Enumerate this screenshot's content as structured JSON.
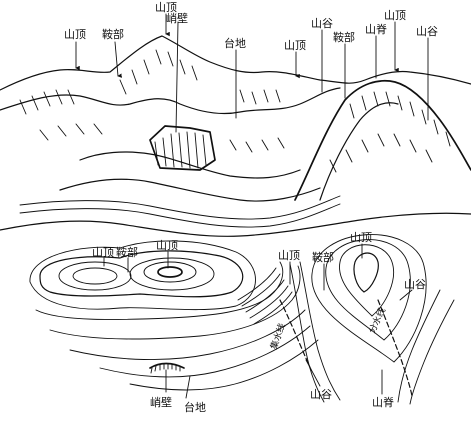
{
  "upper_panel": {
    "labels": {
      "summit_left": "山顶",
      "saddle_left": "鞍部",
      "summit_center": "山顶",
      "cliff": "峭壁",
      "plateau": "台地",
      "summit_mid": "山顶",
      "valley": "山谷",
      "saddle_right": "鞍部",
      "ridge": "山脊",
      "summit_right": "山顶",
      "valley_right": "山谷"
    }
  },
  "lower_panel": {
    "labels": {
      "summit_left": "山顶",
      "saddle_left": "鞍部",
      "summit_center": "山顶",
      "summit_mid": "山顶",
      "saddle_right": "鞍部",
      "summit_right": "山顶",
      "valley_right": "山谷",
      "cliff": "峭壁",
      "plateau": "台地",
      "valley_bottom": "山谷",
      "ridge_bottom": "山脊",
      "valley_line": "集水线",
      "ridge_line": "分水线"
    }
  }
}
